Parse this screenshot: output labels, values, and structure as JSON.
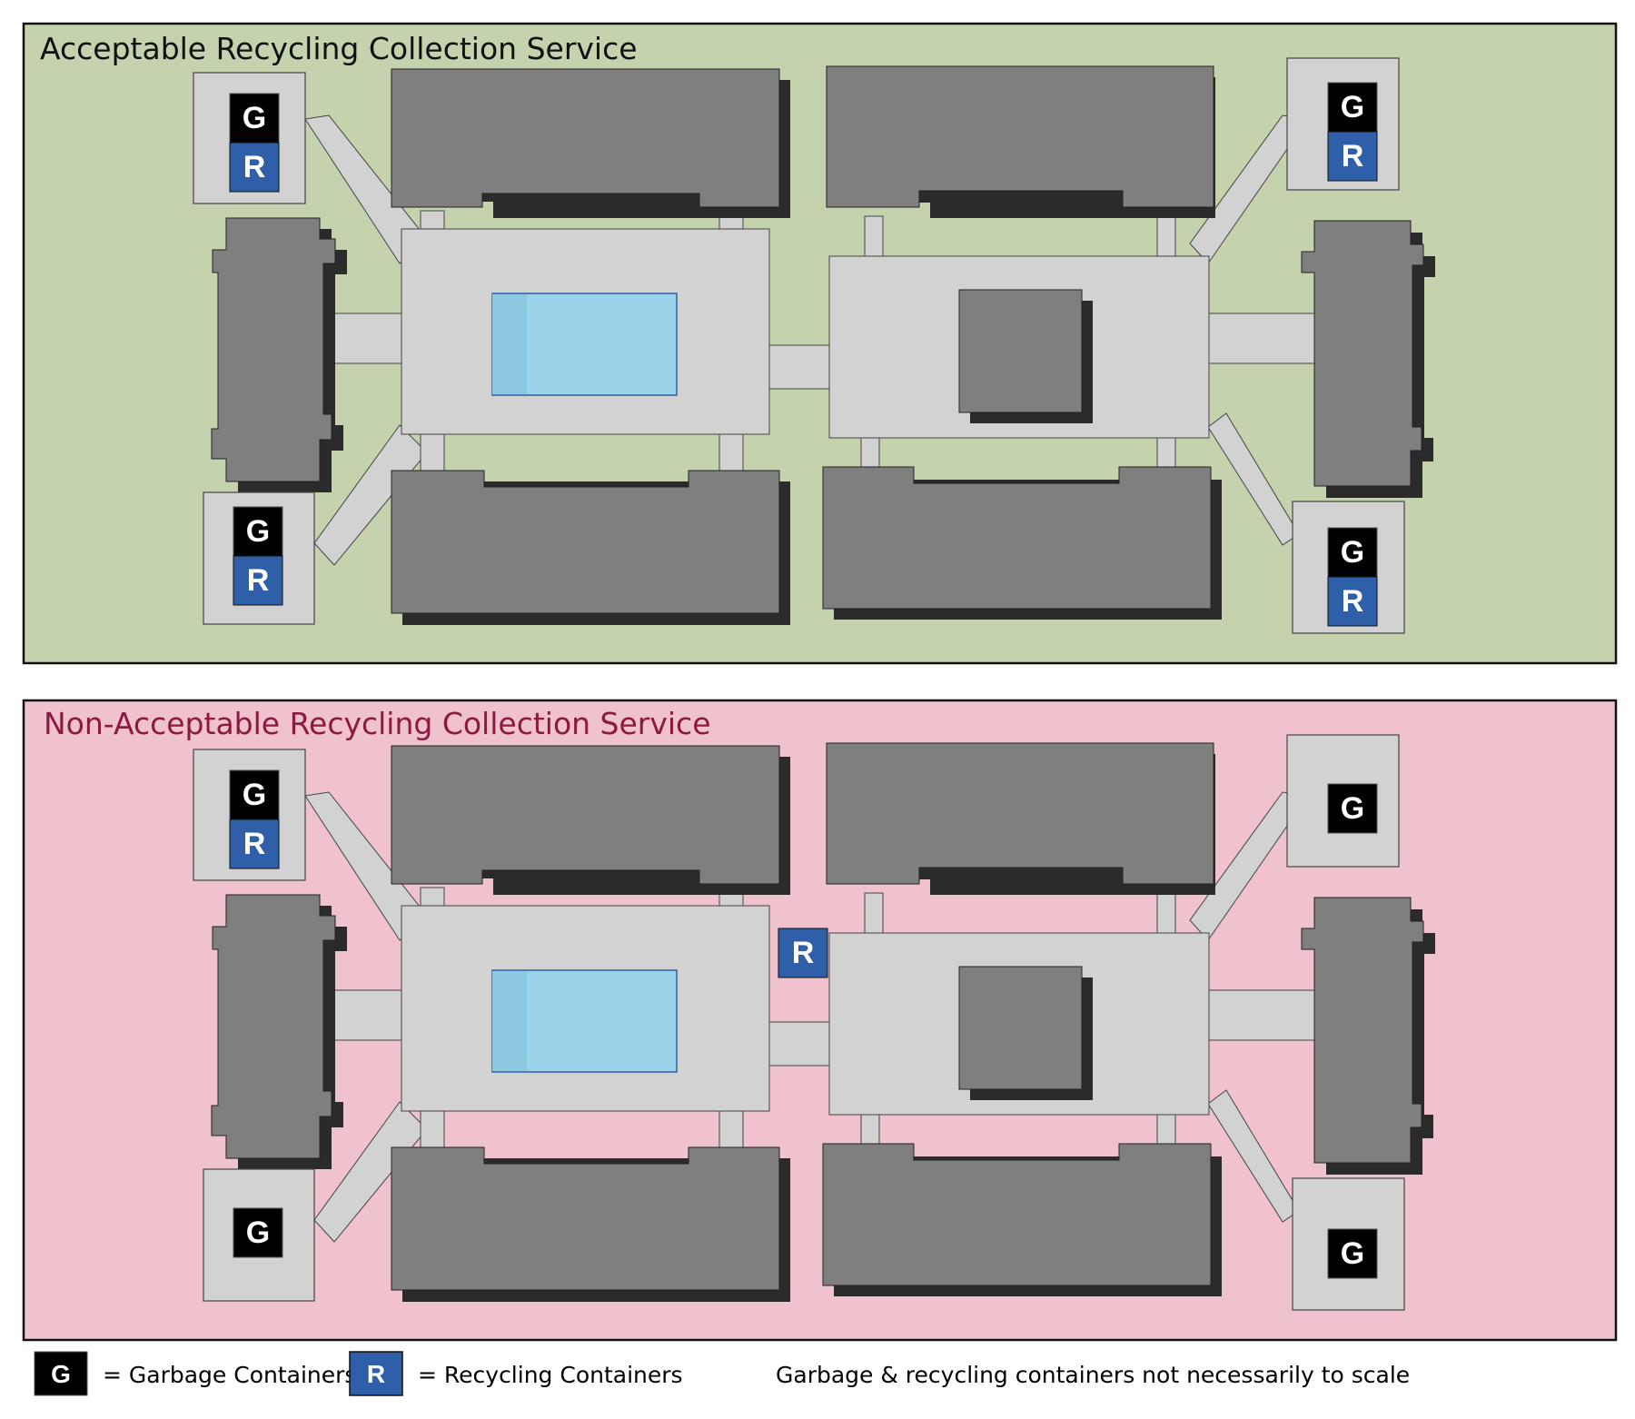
{
  "colors": {
    "acceptable_bg": "#c4d3ae",
    "non_acceptable_bg": "#efc2cd",
    "non_acceptable_title": "#8b1a3e",
    "building": "#7f7f7f",
    "building_shadow": "#2b2b2b",
    "pavement": "#d2d2d2",
    "pool": "#9bd4ea",
    "garbage": "#000000",
    "recycling": "#2f5fa8"
  },
  "panels": [
    {
      "id": "acceptable",
      "title": "Acceptable Recycling Collection Service",
      "pads": [
        {
          "pos": "top-left",
          "containers": [
            "G",
            "R"
          ]
        },
        {
          "pos": "top-right",
          "containers": [
            "G",
            "R"
          ]
        },
        {
          "pos": "bottom-left",
          "containers": [
            "G",
            "R"
          ]
        },
        {
          "pos": "bottom-right",
          "containers": [
            "G",
            "R"
          ]
        }
      ],
      "extra_recycling": ""
    },
    {
      "id": "non-acceptable",
      "title": "Non-Acceptable Recycling Collection Service",
      "pads": [
        {
          "pos": "top-left",
          "containers": [
            "G",
            "R"
          ]
        },
        {
          "pos": "top-right",
          "containers": [
            "G"
          ]
        },
        {
          "pos": "bottom-left",
          "containers": [
            "G"
          ]
        },
        {
          "pos": "bottom-right",
          "containers": [
            "G"
          ]
        }
      ],
      "extra_recycling": "R"
    }
  ],
  "legend": {
    "garbage_symbol": "G",
    "garbage_label": "= Garbage Containers",
    "recycling_symbol": "R",
    "recycling_label": "= Recycling Containers",
    "note": "Garbage & recycling containers not necessarily to scale"
  }
}
